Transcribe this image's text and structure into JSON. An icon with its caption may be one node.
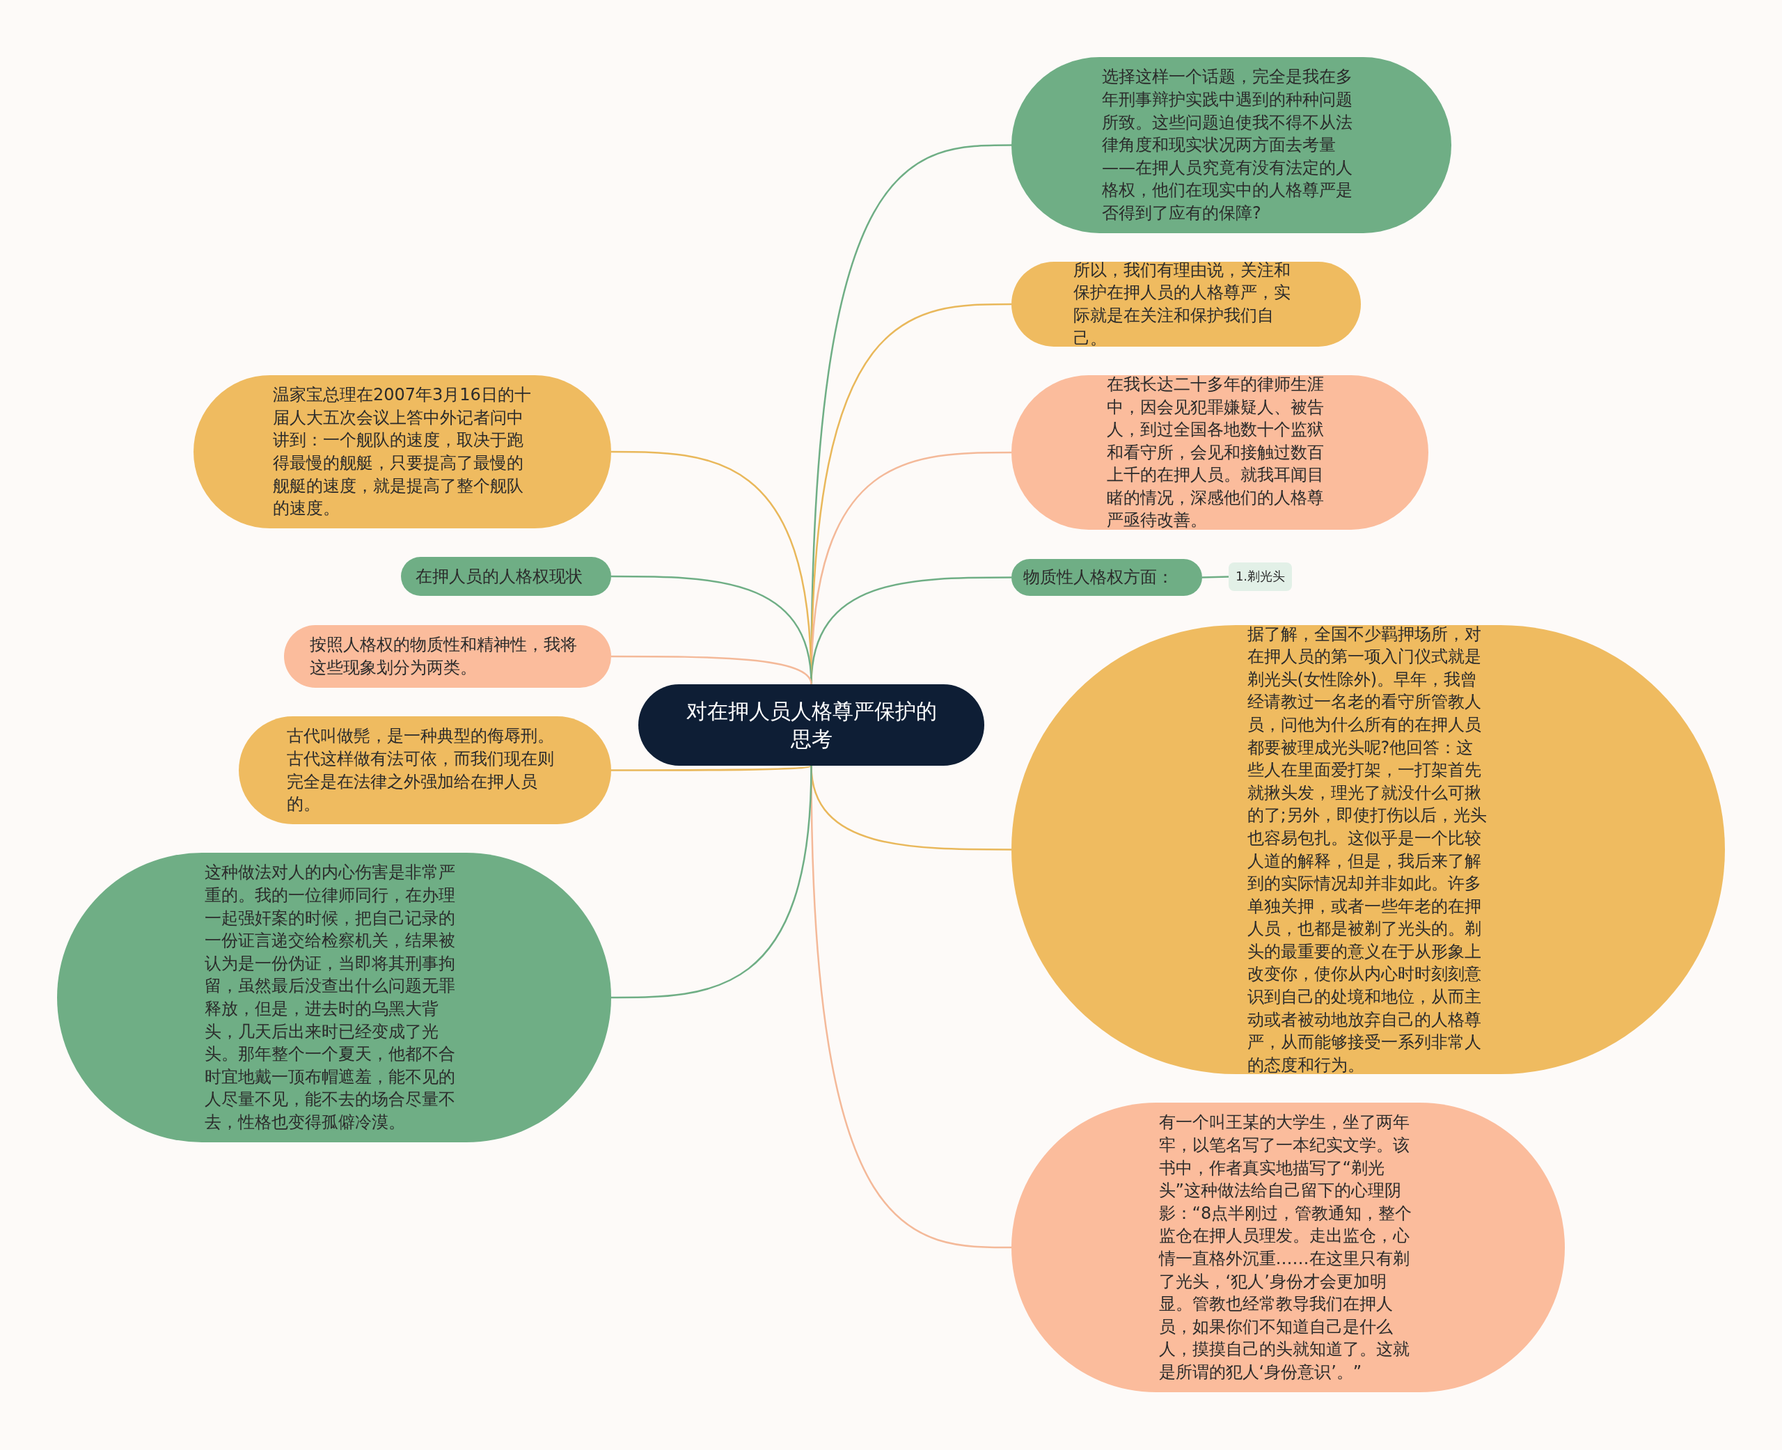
{
  "diagram": {
    "nodes": [
      {
        "text": [
          "对在押人员人格尊严保护的思考"
        ]
      },
      {
        "text": [
          "选择这样一个话题，完全是我在多年刑事辩护实践中遇到的种种问题所致。这些问题迫使我不得不从法律角度和现实状况两方面去考量——在押人员究竟有没有法定的人格权，他们在现实中的人格尊严是否得到了应有的保障?"
        ]
      },
      {
        "text": [
          "所以，我们有理由说，关注和保护在押人员的人格尊严，实际就是在关注和保护我们自己。"
        ]
      },
      {
        "text": [
          "在我长达二十多年的律师生涯中，因会见犯罪嫌疑人、被告人，到过全国各地数十个监狱和看守所，会见和接触过数百上千的在押人员。就我耳闻目睹的情况，深感他们的人格尊严亟待改善。"
        ]
      },
      {
        "text": [
          "物质性人格权方面："
        ]
      },
      {
        "text": [
          "1.剃光头"
        ]
      },
      {
        "text": [
          "据了解，全国不少羁押场所，对在押人员的第一项入门仪式就是剃光头(女性除外)。早年，我曾经请教过一名老的看守所管教人员，问他为什么所有的在押人员都要被理成光头呢?他回答：这些人在里面爱打架，一打架首先就揪头发，理光了就没什么可揪的了;另外，即使打伤以后，光头也容易包扎。这似乎是一个比较人道的解释，但是，我后来了解到的实际情况却并非如此。许多单独关押，或者一些年老的在押人员，也都是被剃了光头的。剃头的最重要的意义在于从形象上改变你，使你从内心时时刻刻意识到自己的处境和地位，从而主动或者被动地放弃自己的人格尊严，从而能够接受一系列非常人的态度和行为。"
        ]
      },
      {
        "text": [
          "有一个叫王某的大学生，坐了两年牢，以笔名写了一本纪实文学。该书中，作者真实地描写了“剃光头”这种做法给自己留下的心理阴影：“8点半刚过，管教通知，整个监仓在押人员理发。走出监仓，心情一直格外沉重……在这里只有剃了光头，‘犯人’身份才会更加明显。管教也经常教导我们在押人员，如果你们不知道自己是什么人，摸摸自己的头就知道了。这就是所谓的犯人‘身份意识’。”"
        ]
      },
      {
        "text": [
          "温家宝总理在2007年3月16日的十届人大五次会议上答中外记者问中讲到：一个舰队的速度，取决于跑得最慢的舰艇，只要提高了最慢的舰艇的速度，就是提高了整个舰队的速度。"
        ]
      },
      {
        "text": [
          "在押人员的人格权现状"
        ]
      },
      {
        "text": [
          "按照人格权的物质性和精神性，我将这些现象划分为两类。"
        ]
      },
      {
        "text": [
          "古代叫做髡，是一种典型的侮辱刑。古代这样做有法可依，而我们现在则完全是在法律之外强加给在押人员的。"
        ]
      },
      {
        "text": [
          "这种做法对人的内心伤害是非常严重的。我的一位律师同行，在办理一起强奸案的时候，把自己记录的一份证言递交给检察机关，结果被认为是一份伪证，当即将其刑事拘留，虽然最后没查出什么问题无罪释放，但是，进去时的乌黑大背头，几天后出来时已经变成了光头。那年整个一个夏天，他都不合时宜地戴一顶布帽遮羞，能不见的人尽量不见，能不去的场合尽量不去，性格也变得孤僻冷漠。"
        ]
      }
    ],
    "edges": [
      {
        "from": 0,
        "to": 1,
        "arrow": "none",
        "color": "#6fae85"
      },
      {
        "from": 0,
        "to": 2,
        "arrow": "none",
        "color": "#e9b85b"
      },
      {
        "from": 0,
        "to": 3,
        "arrow": "none",
        "color": "#f4b999"
      },
      {
        "from": 0,
        "to": 4,
        "arrow": "none",
        "color": "#6fae85"
      },
      {
        "from": 4,
        "to": 5,
        "arrow": "none",
        "color": "#6fae85"
      },
      {
        "from": 0,
        "to": 6,
        "arrow": "none",
        "color": "#e9b85b"
      },
      {
        "from": 0,
        "to": 7,
        "arrow": "none",
        "color": "#f4b999"
      },
      {
        "from": 0,
        "to": 8,
        "arrow": "none",
        "color": "#e9b85b"
      },
      {
        "from": 0,
        "to": 9,
        "arrow": "none",
        "color": "#6fae85"
      },
      {
        "from": 0,
        "to": 10,
        "arrow": "none",
        "color": "#f4b999"
      },
      {
        "from": 0,
        "to": 11,
        "arrow": "none",
        "color": "#e9b85b"
      },
      {
        "from": 0,
        "to": 12,
        "arrow": "none",
        "color": "#6fae85"
      }
    ]
  }
}
